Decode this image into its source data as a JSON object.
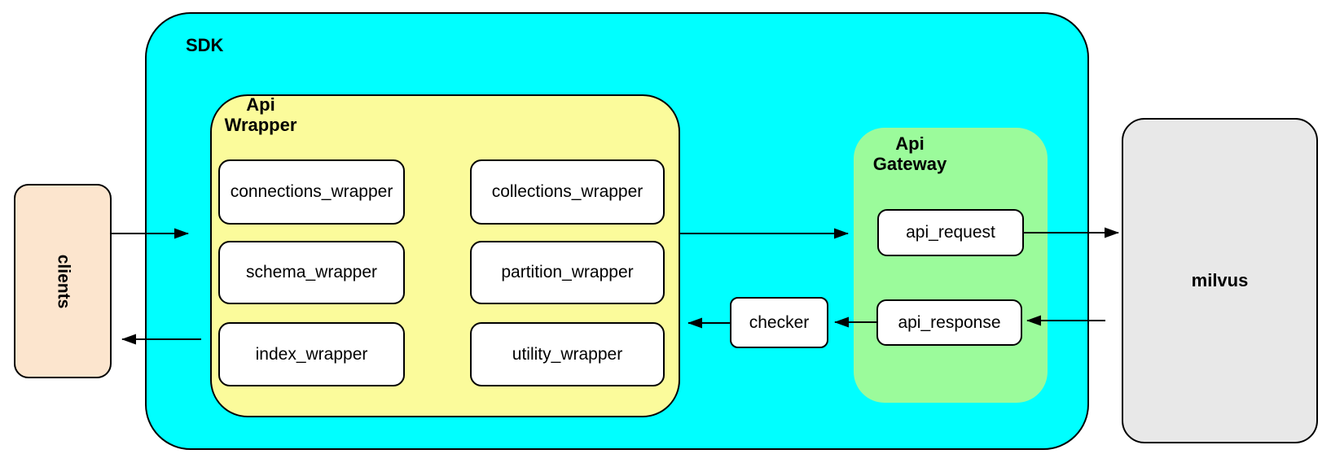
{
  "diagram": {
    "sdk_title": "SDK",
    "clients_label": "clients",
    "api_wrapper_title": "Api Wrapper",
    "wrappers": [
      "connections_wrapper",
      "collections_wrapper",
      "schema_wrapper",
      "partition_wrapper",
      "index_wrapper",
      "utility_wrapper"
    ],
    "checker_label": "checker",
    "api_gateway_title": "Api Gateway",
    "api_request_label": "api_request",
    "api_response_label": "api_response",
    "milvus_label": "milvus",
    "colors": {
      "sdk_fill": "#00FFFF",
      "api_wrapper_fill": "#FBFB9B",
      "api_gateway_fill": "#9BFB9B",
      "clients_fill": "#FCE5CE",
      "milvus_fill": "#E8E8E8",
      "node_fill": "#FFFFFF",
      "stroke": "#000000"
    },
    "arrows": [
      "clients to sdk",
      "api wrapper to api gateway",
      "api_request to milvus",
      "milvus to api_response",
      "api_response to checker",
      "checker to api wrapper",
      "sdk to clients"
    ]
  }
}
